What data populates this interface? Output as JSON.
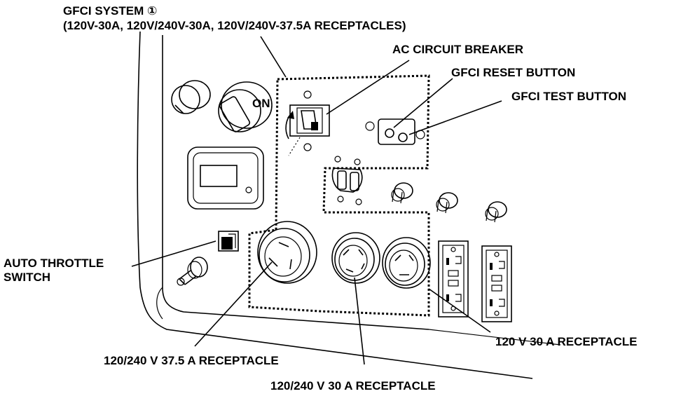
{
  "labels": {
    "gfci_system": "GFCI SYSTEM ①",
    "gfci_receptacles": "(120V-30A, 120V/240V-30A, 120V/240V-37.5A RECEPTACLES)",
    "ac_breaker": "AC CIRCUIT BREAKER",
    "gfci_reset": "GFCI RESET BUTTON",
    "gfci_test": "GFCI TEST BUTTON",
    "on": "ON",
    "auto_throttle_1": "AUTO THROTTLE",
    "auto_throttle_2": "SWITCH",
    "rec_375": "120/240 V 37.5 A  RECEPTACLE",
    "rec_240_30": "120/240 V 30 A  RECEPTACLE",
    "rec_120_30": "120 V 30 A  RECEPTACLE"
  }
}
